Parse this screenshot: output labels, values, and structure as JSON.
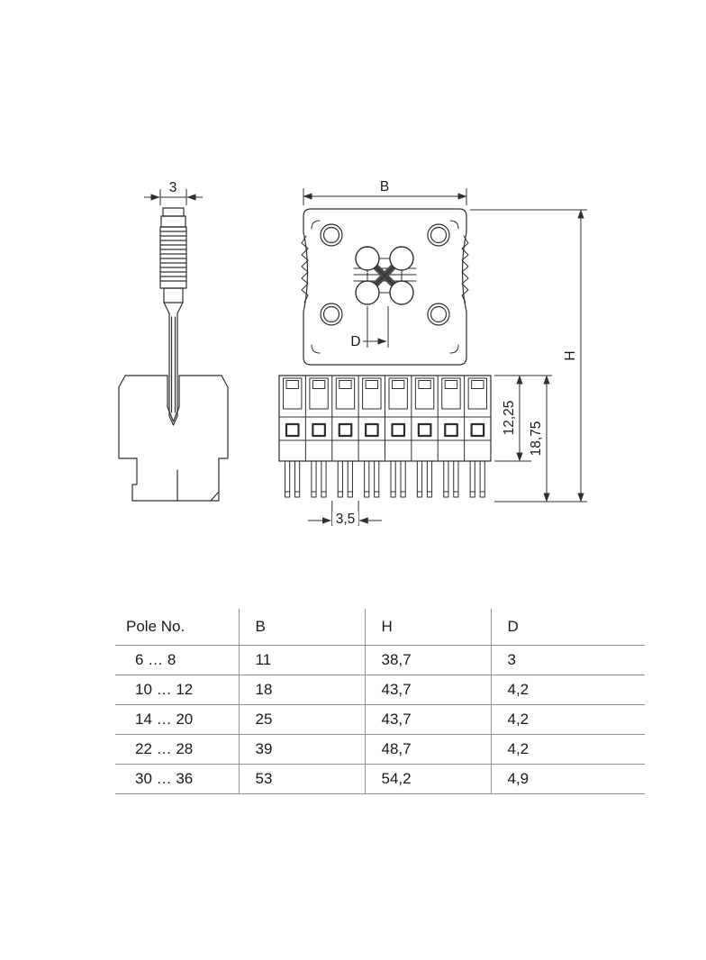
{
  "drawing": {
    "dims": {
      "tool_width": "3",
      "plate_width": "B",
      "hole_offset": "D",
      "upper_height": "12,25",
      "lower_height": "18,75",
      "overall_height": "H",
      "pitch": "3,5"
    }
  },
  "table": {
    "headers": {
      "pole": "Pole No.",
      "b": "B",
      "h": "H",
      "d": "D"
    },
    "rows": [
      {
        "pole": "6 … 8",
        "b": "11",
        "h": "38,7",
        "d": "3"
      },
      {
        "pole": "10 … 12",
        "b": "18",
        "h": "43,7",
        "d": "4,2"
      },
      {
        "pole": "14 … 20",
        "b": "25",
        "h": "43,7",
        "d": "4,2"
      },
      {
        "pole": "22 … 28",
        "b": "39",
        "h": "48,7",
        "d": "4,2"
      },
      {
        "pole": "30 … 36",
        "b": "53",
        "h": "54,2",
        "d": "4,9"
      }
    ]
  }
}
